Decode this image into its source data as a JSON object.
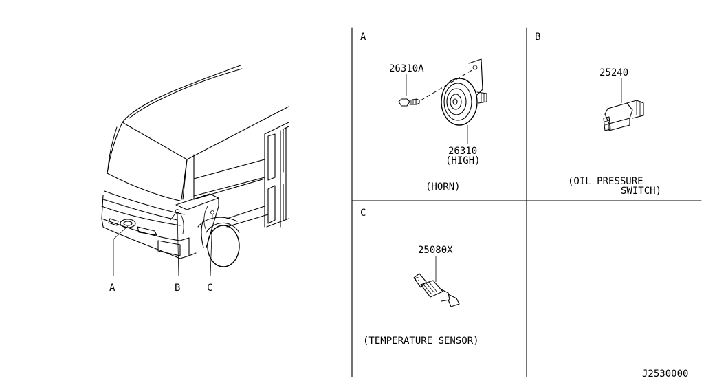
{
  "vehicle": {
    "callouts": [
      "A",
      "B",
      "C"
    ]
  },
  "panels": [
    {
      "id": "A",
      "parts": [
        {
          "number": "26310A"
        },
        {
          "number": "26310",
          "note": "(HIGH)"
        }
      ],
      "caption": "(HORN)"
    },
    {
      "id": "B",
      "parts": [
        {
          "number": "25240"
        }
      ],
      "caption_line1": "(OIL PRESSURE",
      "caption_line2": "SWITCH)"
    },
    {
      "id": "C",
      "parts": [
        {
          "number": "25080X"
        }
      ],
      "caption": "(TEMPERATURE SENSOR)"
    }
  ],
  "diagram_code": "J2530000"
}
